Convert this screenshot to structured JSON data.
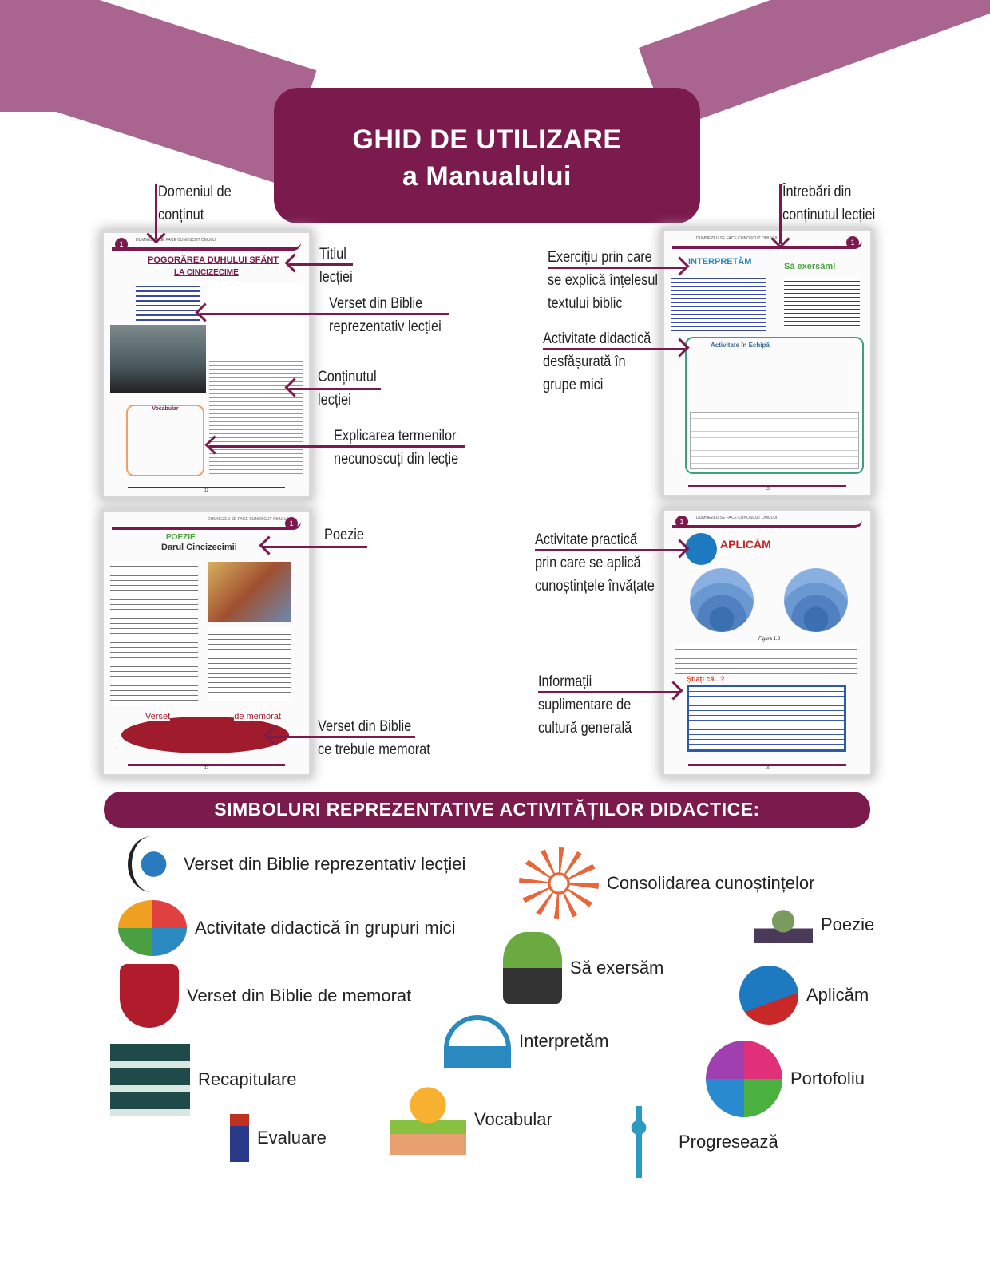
{
  "title": {
    "line1": "Ghid de utilizare",
    "line2": "a Manualului"
  },
  "thumbnails": {
    "tl": {
      "header": "DUMNEZEU SE FACE CUNOSCUT OMULUI",
      "number": "1",
      "title1": "POGORÂREA DUHULUI SFÂNT",
      "title2": "LA CINCIZECIME",
      "vocab": "Vocabular",
      "page": "12"
    },
    "tr": {
      "header": "DUMNEZEU SE FACE CUNOSCUT OMULUI",
      "number": "1",
      "interpret": "INTERPRETĂM",
      "exercise": "Să exersăm!",
      "activity": "Activitate în Echipă",
      "page": "13"
    },
    "bl": {
      "header": "DUMNEZEU SE FACE CUNOSCUT OMULUI",
      "number": "1",
      "poem_tag": "POEZIE",
      "poem_title": "Darul Cincizecimii",
      "memo1": "Verset",
      "memo2": "de memorat",
      "page": "17"
    },
    "br": {
      "header": "DUMNEZEU SE FACE CUNOSCUT OMULUI",
      "number": "1",
      "applied": "Aplicăm",
      "figure": "Figura 1.3",
      "know": "Știați că...?",
      "page": "16"
    }
  },
  "labels": {
    "domain": [
      "Domeniul de",
      "conținut"
    ],
    "questions": [
      "Întrebări din",
      "conținutul lecției"
    ],
    "lesson_title": [
      "Titlul",
      "lecției"
    ],
    "verse": [
      "Verset din Biblie",
      "reprezentativ lecției"
    ],
    "content": [
      "Conținutul",
      "lecției"
    ],
    "terms": [
      "Explicarea termenilor",
      "necunoscuți din lecție"
    ],
    "exercise": [
      "Exercițiu prin care",
      "se explică înțelesul",
      "textului biblic"
    ],
    "group": [
      "Activitate didactică",
      "desfășurată în",
      "grupe mici"
    ],
    "poem": [
      "Poezie"
    ],
    "memorize": [
      "Verset din Biblie",
      "ce trebuie memorat"
    ],
    "practical": [
      "Activitate practică",
      "prin care se aplică",
      "cunoștințele învățate"
    ],
    "info": [
      "Informații",
      "suplimentare de",
      "cultură generală"
    ]
  },
  "symbols_title": "SIMBOLURI REPREZENTATIVE ACTIVITĂȚILOR DIDACTICE:",
  "symbols": {
    "verse": "Verset din Biblie reprezentativ lecției",
    "group": "Activitate didactică în grupuri mici",
    "memorize": "Verset din Biblie de memorat",
    "recap": "Recapitulare",
    "eval": "Evaluare",
    "consolidate": "Consolidarea cunoștințelor",
    "poem": "Poezie",
    "exercise": "Să exersăm",
    "apply": "Aplicăm",
    "interpret": "Interpretăm",
    "portfolio": "Portofoliu",
    "vocab": "Vocabular",
    "progress": "Progresează"
  }
}
